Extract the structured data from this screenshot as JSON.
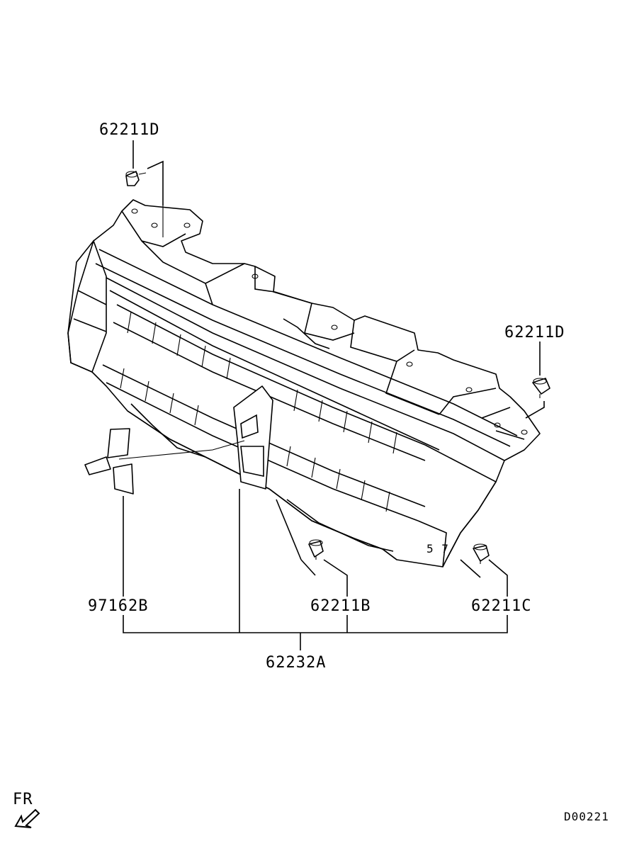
{
  "diagram": {
    "labels": {
      "clip_top_left": "62211D",
      "clip_top_right": "62211D",
      "emblem": "97162B",
      "clip_bottom_center": "62211B",
      "clip_bottom_right": "62211C",
      "grille_assembly": "62232A"
    },
    "direction_indicator": "FR",
    "drawing_number": "D00221"
  }
}
